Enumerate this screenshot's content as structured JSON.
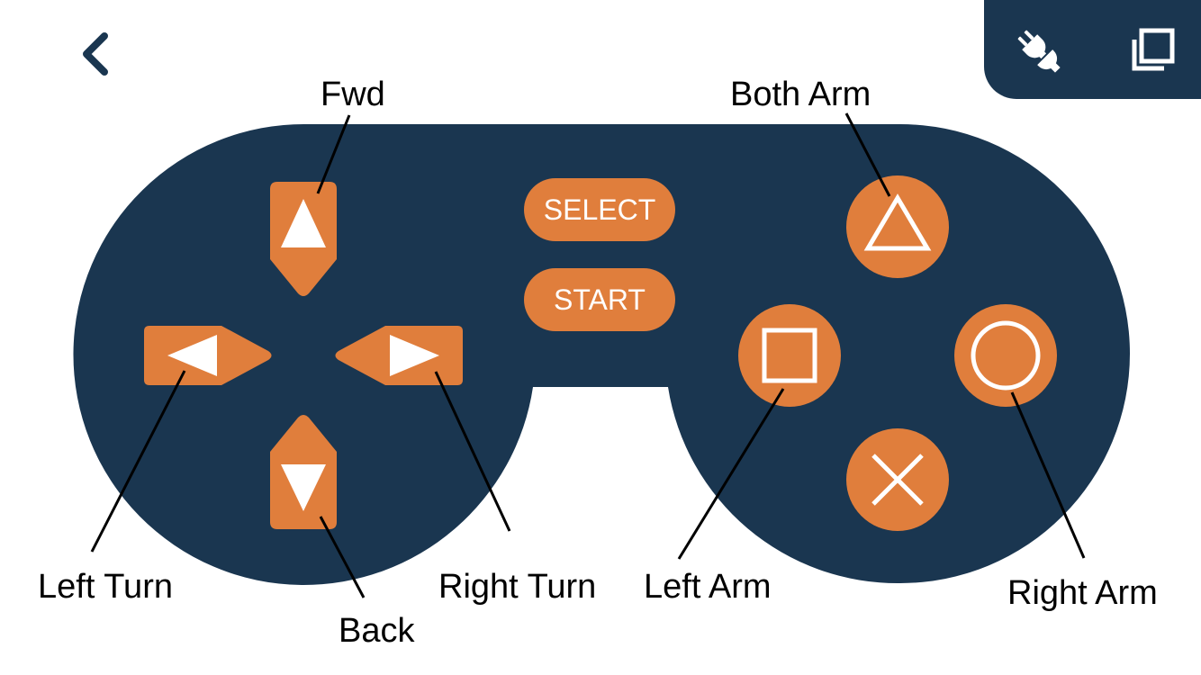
{
  "colors": {
    "body": "#1a3650",
    "button": "#e07e3c",
    "glyph": "#ffffff",
    "panel": "#1a3650",
    "text": "#000000"
  },
  "navigation": {
    "back_icon": "chevron-left-icon"
  },
  "top_panel": {
    "connect_icon": "plug-icon",
    "window_icon": "copy-window-icon"
  },
  "controller": {
    "select_label": "SELECT",
    "start_label": "START"
  },
  "callouts": {
    "fwd": "Fwd",
    "back": "Back",
    "left_turn": "Left Turn",
    "right_turn": "Right Turn",
    "both_arm": "Both Arm",
    "left_arm": "Left Arm",
    "right_arm": "Right Arm"
  }
}
